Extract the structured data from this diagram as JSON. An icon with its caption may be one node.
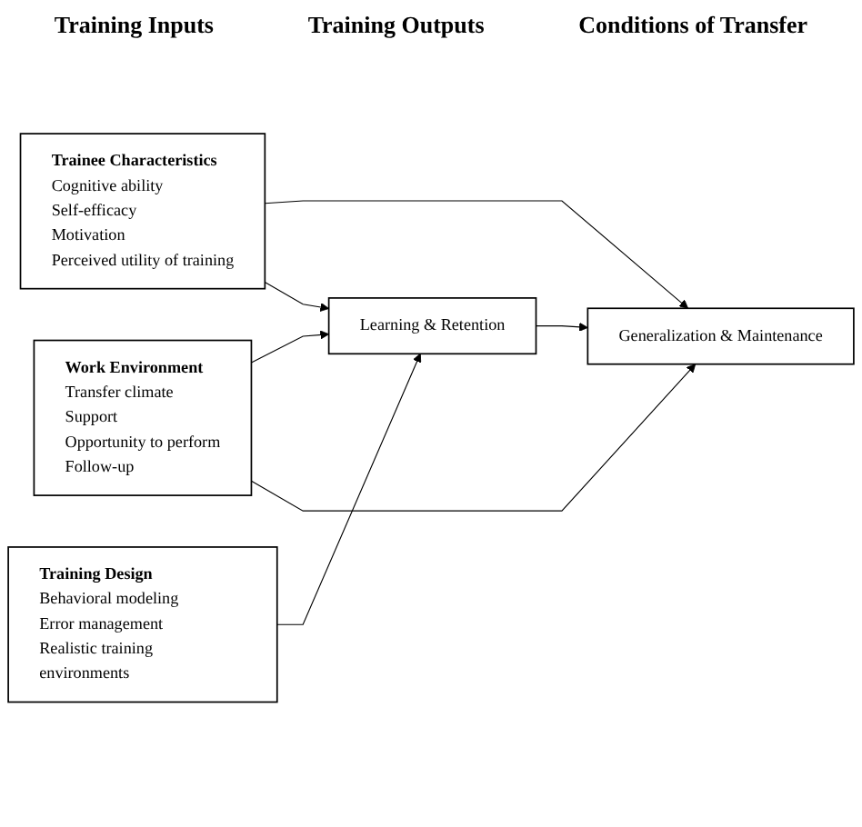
{
  "diagram": {
    "nodes": [
      {
        "text": [
          "Trainee Characteristics",
          "Cognitive ability",
          "Self-efficacy",
          "Motivation",
          "Perceived utility of training"
        ]
      },
      {
        "text": [
          "Training Design",
          "Behavioral modeling",
          "Error management",
          "Realistic training environments"
        ]
      },
      {
        "text": [
          "Work Environment",
          "Transfer climate",
          "Support",
          "Opportunity to perform",
          "Follow-up"
        ]
      },
      {
        "text": [
          "Learning & Retention"
        ]
      },
      {
        "text": [
          "Generalization & Maintenance"
        ]
      }
    ],
    "edges": [
      {
        "from": 0,
        "to": 4,
        "arrow": "to"
      },
      {
        "from": 0,
        "to": 3,
        "arrow": "to"
      },
      {
        "from": 1,
        "to": 3,
        "arrow": "to"
      },
      {
        "from": 2,
        "to": 3,
        "arrow": "to"
      },
      {
        "from": 2,
        "to": 4,
        "arrow": "to"
      },
      {
        "from": 3,
        "to": 4,
        "arrow": "to"
      }
    ],
    "labels": [
      "Training Inputs",
      "Training Outputs",
      "Conditions of Transfer"
    ]
  }
}
